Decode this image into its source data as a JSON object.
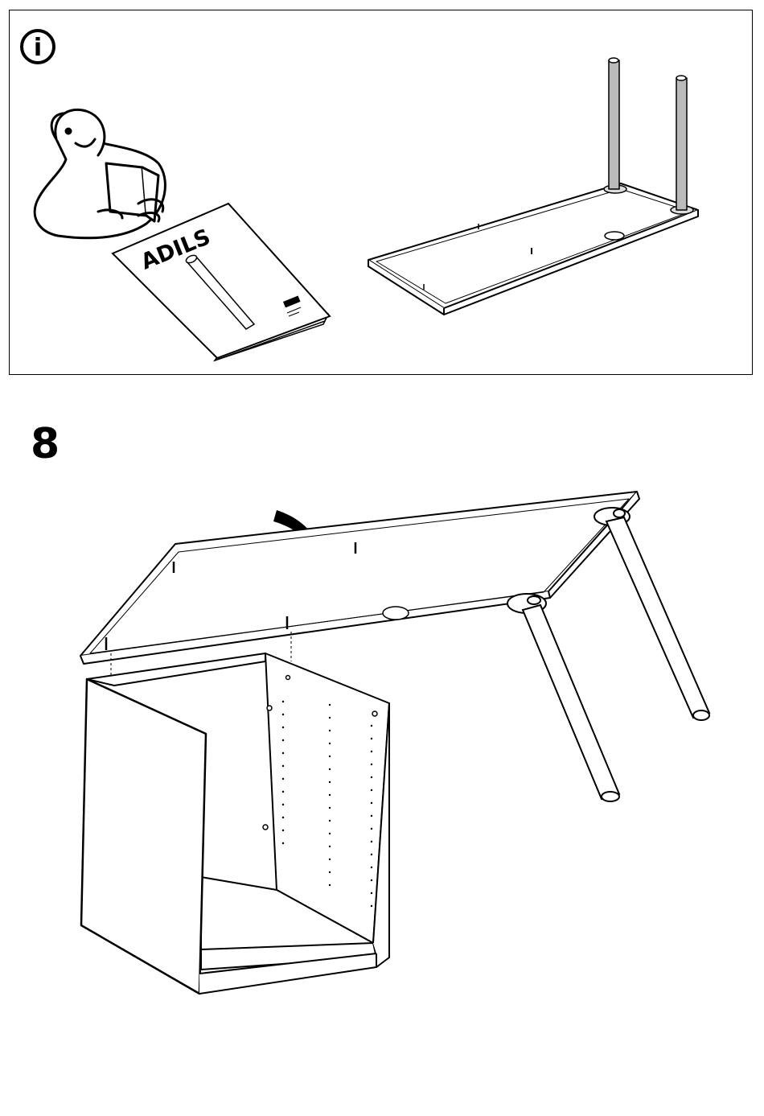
{
  "info_panel": {
    "icon": "info-icon",
    "icon_glyph": "i",
    "manual_title": "ADILS",
    "manual_logo": "ikea-logo"
  },
  "step": {
    "number": "8"
  }
}
